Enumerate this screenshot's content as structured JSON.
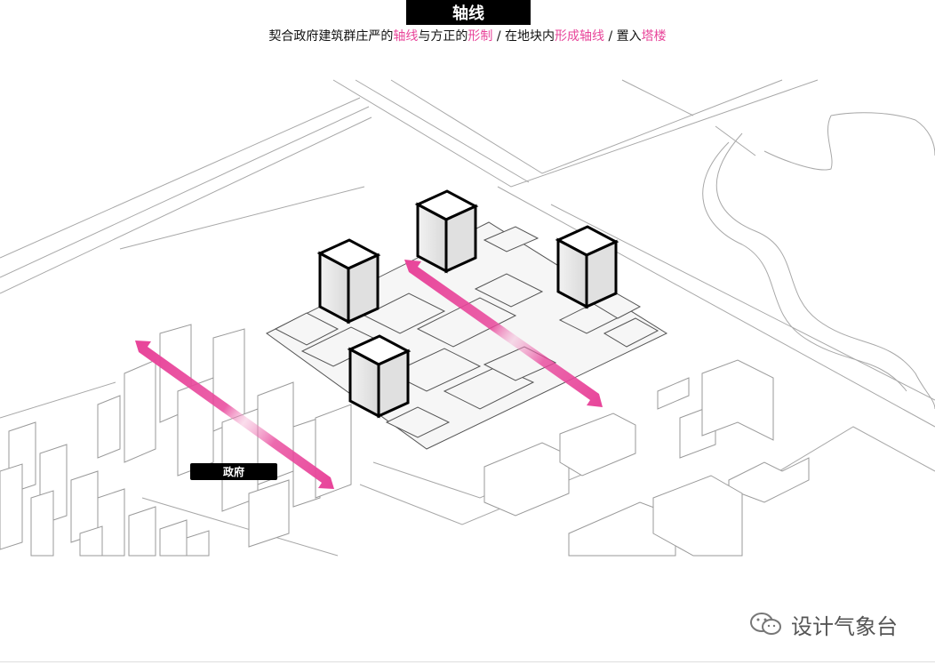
{
  "title": "轴线",
  "subtitle": {
    "p1": "契合政府建筑群庄严的",
    "h1": "轴线",
    "p2": "与方正的",
    "h2": "形制",
    "p3": " / 在地块内",
    "h3": "形成轴线",
    "p4": " / 置入",
    "h4": "塔楼"
  },
  "labels": {
    "government": "政府"
  },
  "watermark": {
    "icon": "wechat-icon",
    "text": "设计气象台"
  },
  "colors": {
    "accent": "#e8459a",
    "line": "#9a9a9a",
    "tower_stroke": "#000000"
  }
}
